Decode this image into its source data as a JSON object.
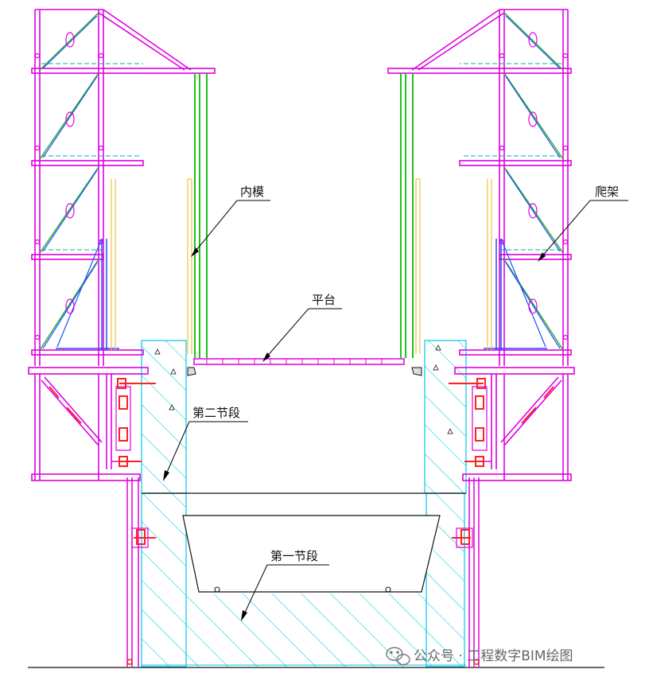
{
  "labels": {
    "inner_formwork": "内模",
    "climbing_frame": "爬架",
    "platform": "平台",
    "second_segment": "第二节段",
    "first_segment": "第一节段"
  },
  "watermark": "公众号 · 工程数字BIM绘图",
  "colors": {
    "frame": "#e000e0",
    "hatch": "#00c8e8",
    "formwork": "#20c020",
    "brace_green": "#30b030",
    "brace_blue": "#1e50ff",
    "teal": "#00b0a0",
    "anchor_red": "#ff2020",
    "timber": "#f0c040",
    "leader": "#000000",
    "watermark": "#666666"
  },
  "icons": [
    "wechat-icon"
  ]
}
